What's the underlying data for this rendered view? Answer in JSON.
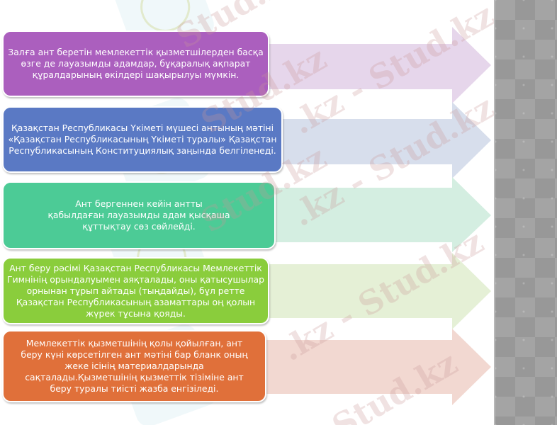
{
  "slide": {
    "steps": [
      {
        "text": "Залға ант беретін мемлекеттік қызметшілерден басқа өзге де лауазымды адамдар, бұқаралық ақпарат құралдарының өкілдері шақырылуы мүмкін.",
        "box_color": "#AB5FBE",
        "arrow_color": "#E6D6EB"
      },
      {
        "text": "Қазақстан Республикасы Үкіметі мүшесі антының мәтіні «Қазақстан Республикасының Үкіметі туралы» Қазақстан Республикасының Конституциялық заңында белгіленеді.",
        "box_color": "#5A79C4",
        "arrow_color": "#D7DEEC"
      },
      {
        "text": "Ант бергеннен кейін антты қабылдаған лауазымды адам қысқаша құттықтау сөз сөйлейді.",
        "box_color": "#4CCB96",
        "arrow_color": "#D4EEE1"
      },
      {
        "text": "Ант беру рәсімі Қазақстан Республикасы Мемлекеттік Гимнінің орындалуымен аяқталады, оны қатысушылар орнынан тұрып айтады (тыңдайды), бұл ретте Қазақстан Республикасының азаматтары оң қолын жүрек тұсына қояды.",
        "box_color": "#8ACD3C",
        "arrow_color": "#E5F0D6"
      },
      {
        "text": "Мемлекеттік қызметшінің қолы қойылған, ант беру күні көрсетілген ант мәтіні бар бланк оның жеке ісінің материалдарында сақталады.Қызметшінің қызметтік тізіміне ант беру туралы тиісті жазба енгізіледі.",
        "box_color": "#E0703A",
        "arrow_color": "#F2D8D1"
      }
    ],
    "watermark_text": "Stud.kz",
    "watermark_text_long": ".kz - Stud.kz"
  }
}
